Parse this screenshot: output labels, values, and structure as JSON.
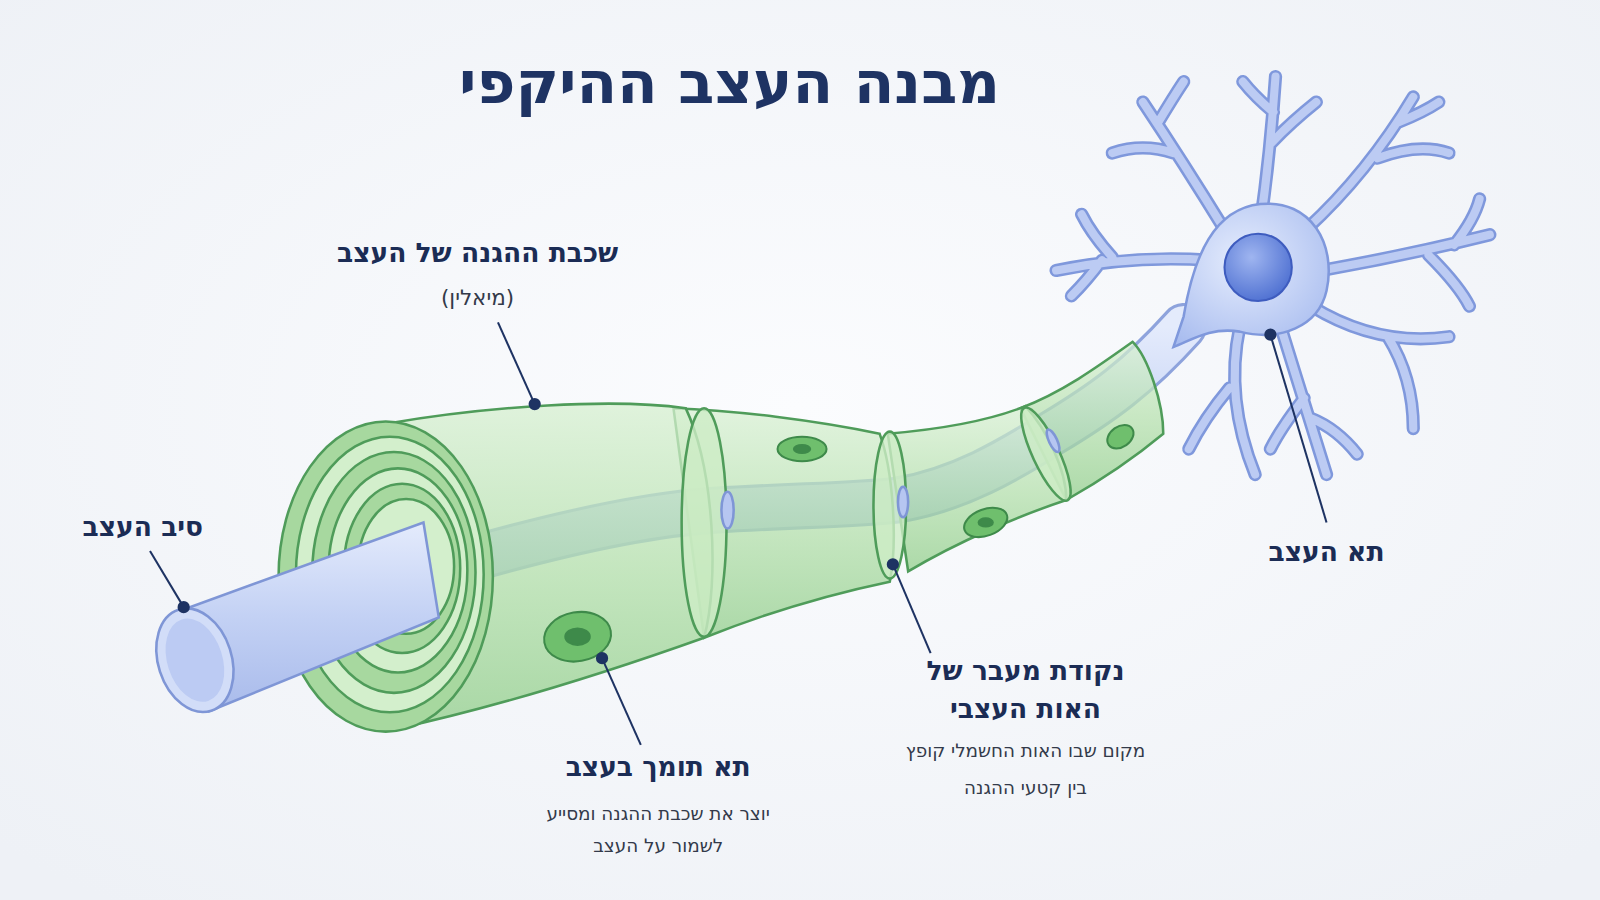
{
  "diagram": {
    "title": "מבנה העצב ההיקפי",
    "labels": [
      "שכבת ההגנה של העצב",
      "(מיאלין)",
      "סיב העצב",
      "תא העצב",
      "תא תומך בעצב",
      "יוצר את שכבת ההגנה ומסייע לשמור על העצב",
      "נקודת מעבר של האות העצבי",
      "מקום שבו האות החשמלי קופץ בין קטעי ההגנה"
    ]
  }
}
